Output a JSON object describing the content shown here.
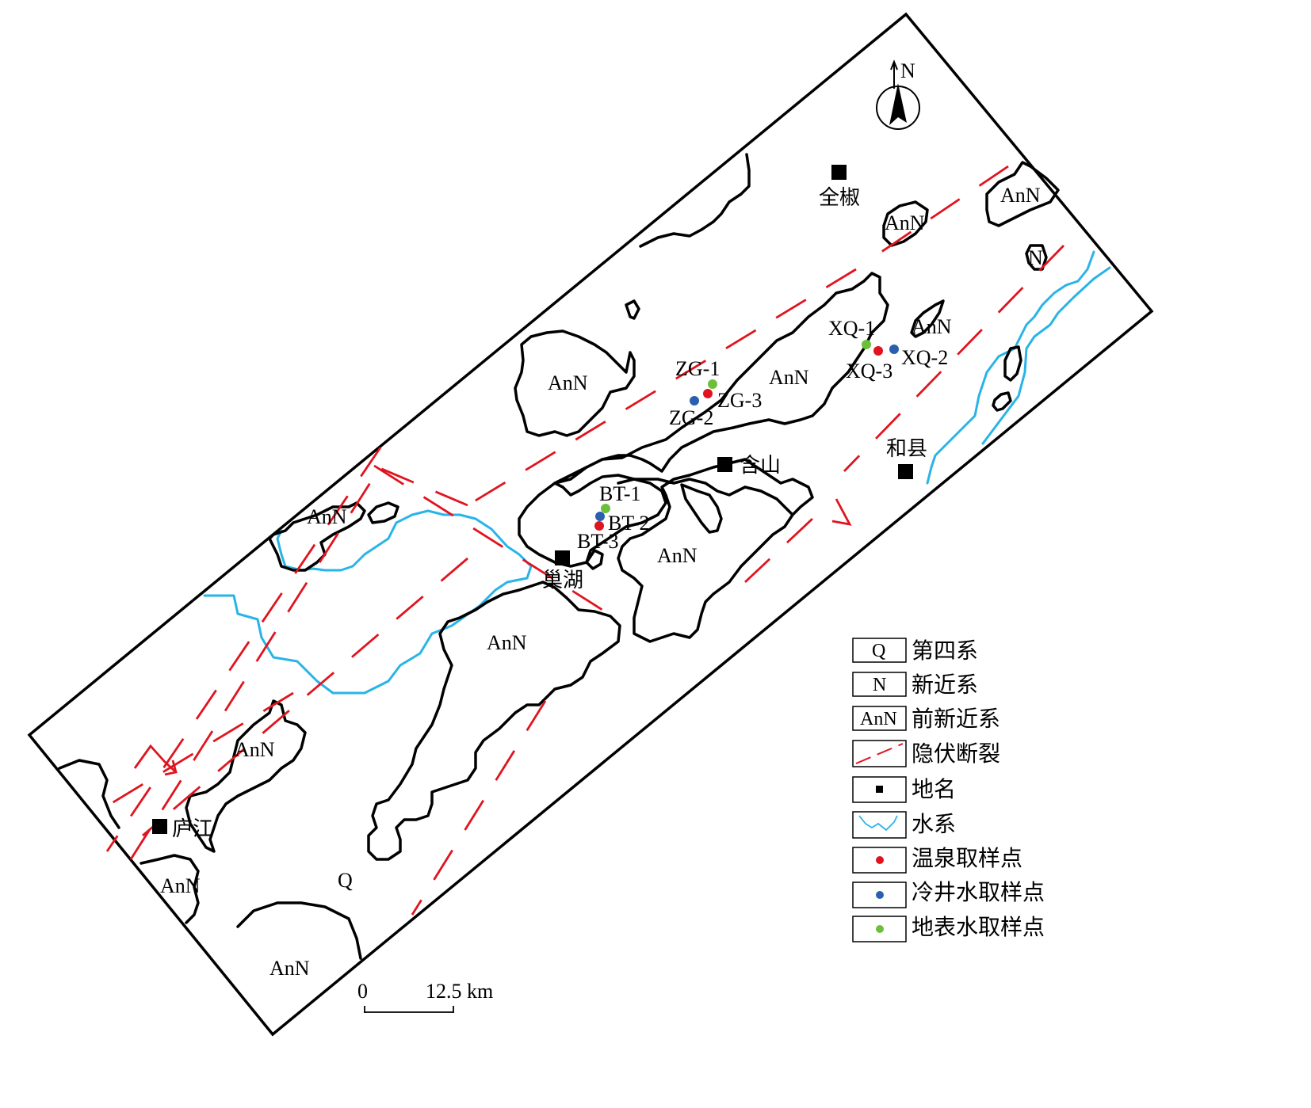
{
  "north_label": "N",
  "places": {
    "quanjiao": "全椒",
    "hanshan": "含山",
    "hexian": "和县",
    "chaohu": "巢湖",
    "lujiang": "庐江"
  },
  "units": {
    "ann": "AnN",
    "n": "N",
    "q": "Q"
  },
  "samples": {
    "xq1": "XQ-1",
    "xq2": "XQ-2",
    "xq3": "XQ-3",
    "zg1": "ZG-1",
    "zg2": "ZG-2",
    "zg3": "ZG-3",
    "bt1": "BT-1",
    "bt2": "BT-2",
    "bt3": "BT-3"
  },
  "scale_bar": {
    "start": "0",
    "end": "12.5 km"
  },
  "colors": {
    "hot_spring": "#e0141e",
    "cold_well": "#2a5fb0",
    "surface_water": "#6cbf3a",
    "fault": "#e0141e",
    "river": "#29b4e8"
  },
  "legend": {
    "q_symbol": "Q",
    "q_label": "第四系",
    "n_symbol": "N",
    "n_label": "新近系",
    "ann_symbol": "AnN",
    "ann_label": "前新近系",
    "fault_label": "隐伏断裂",
    "place_label": "地名",
    "river_label": "水系",
    "hot_spring_label": "温泉取样点",
    "cold_well_label": "冷井水取样点",
    "surface_water_label": "地表水取样点"
  }
}
